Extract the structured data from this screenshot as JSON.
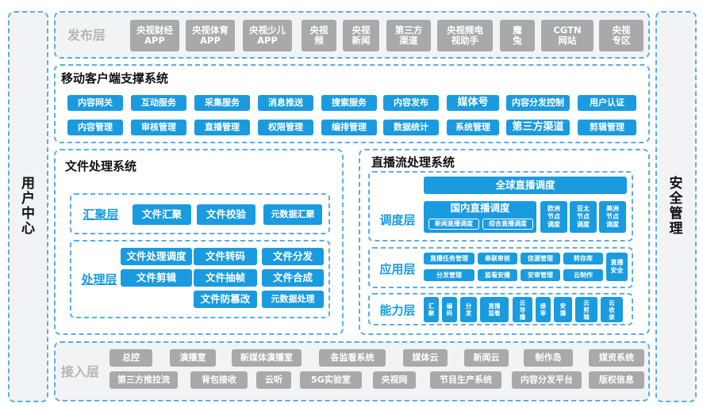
{
  "user_center": "用户中心",
  "security": "安全管理",
  "publish": {
    "label": "发布层",
    "items": [
      "央视财经\nAPP",
      "央视体育\nAPP",
      "央视少儿\nAPP",
      "央视\n频",
      "央视\n新闻",
      "第三方\n渠道",
      "央视频电\n视助手",
      "魔\n兔",
      "CGTN\n网站",
      "央视\n专区"
    ]
  },
  "mobile": {
    "title": "移动客户端支撑系统",
    "row1": [
      "内容网关",
      "互动服务",
      "采集服务",
      "消息推送",
      "搜索服务",
      "内容发布",
      "媒体号",
      "内容分发控制",
      "用户认证"
    ],
    "row2": [
      "内容管理",
      "审核管理",
      "直播管理",
      "权限管理",
      "编排管理",
      "数据统计",
      "系统管理",
      "第三方渠道",
      "剪辑管理"
    ]
  },
  "file": {
    "title": "文件处理系统",
    "agg_label": "汇聚层",
    "agg_items": [
      "文件汇聚",
      "文件校验",
      "元数据汇聚"
    ],
    "proc_label": "处理层",
    "proc_items": [
      "文件处理调度",
      "文件转码",
      "文件分发",
      "文件剪辑",
      "文件抽帧",
      "文件合成",
      "文件防篡改",
      "元数据处理"
    ]
  },
  "live": {
    "title": "直播流处理系统",
    "sched_label": "调度层",
    "global": "全球直播调度",
    "domestic": "国内直播调度",
    "domestic_sub": [
      "新闻直播调度",
      "综合直播调度"
    ],
    "regions": [
      "欧洲\n节点\n调度",
      "亚太\n节点\n调度",
      "美洲\n节点\n调度"
    ],
    "app_label": "应用层",
    "app_row1": [
      "直播任务管理",
      "串联审核",
      "信源管理",
      "转存库"
    ],
    "app_row2": [
      "分发管理",
      "监看安播",
      "安审管理",
      "云制作"
    ],
    "app_side": "直播\n安全",
    "cap_label": "能力层",
    "cap_items": [
      "汇聚",
      "编码",
      "分发",
      "直播\n监看",
      "云导播",
      "接审",
      "安播",
      "云剪辑",
      "云收录"
    ]
  },
  "access": {
    "label": "接入层",
    "row1": [
      "总控",
      "演播室",
      "新媒体演播室",
      "各监看系统",
      "媒体云",
      "新闻云",
      "制作岛",
      "媒资系统"
    ],
    "row2": [
      "第三方推拉流",
      "背包接收",
      "云听",
      "5G实验室",
      "央视网",
      "节目生产系统",
      "内容分发平台",
      "版权信息"
    ]
  }
}
